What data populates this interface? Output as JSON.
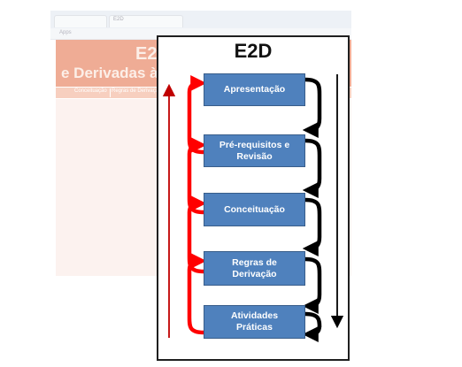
{
  "background_window": {
    "tab_1": "",
    "tab_2": "E2D",
    "toolbar_label": "Apps",
    "banner_title": "E2D",
    "banner_subtitle": "e Derivadas à",
    "nav_items": [
      "Conceituação",
      "Regras de Derivação"
    ]
  },
  "diagram": {
    "title": "E2D",
    "steps": [
      {
        "line1": "Apresentação",
        "line2": ""
      },
      {
        "line1": "Pré-requisitos e",
        "line2": "Revisão"
      },
      {
        "line1": "Conceituação",
        "line2": ""
      },
      {
        "line1": "Regras de",
        "line2": "Derivação"
      },
      {
        "line1": "Atividades",
        "line2": "Práticas"
      }
    ],
    "colors": {
      "box_fill": "#4f81bd",
      "box_border": "#385d8a",
      "forward_arrow": "#000000",
      "backward_arrow": "#ff0000",
      "long_up_arrow": "#c00000",
      "long_down_arrow": "#000000"
    }
  }
}
